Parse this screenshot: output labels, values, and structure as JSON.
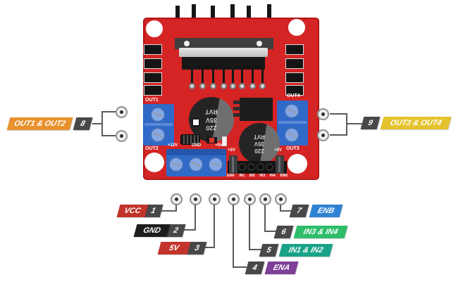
{
  "board": {
    "silkscreen": {
      "out1": "OUT1",
      "out2": "OUT2",
      "out3": "OUT3",
      "out4": "OUT4",
      "power": [
        "+12V",
        "GND",
        "+5V"
      ],
      "header": [
        "ENA",
        "IN1",
        "IN2",
        "IN3",
        "IN4",
        "ENB"
      ],
      "jumper_left": "+5V",
      "jumper_right": "+5V"
    },
    "capacitor": {
      "l1": "220",
      "l2": "35V",
      "l3": "RVT"
    },
    "pcb_color": "#d42424"
  },
  "callouts": {
    "left": {
      "label": "OUT1 & OUT2",
      "number": "8",
      "color": "#e8912d"
    },
    "right": {
      "label": "OUT3 & OUT4",
      "number": "9",
      "color": "#e5c32e"
    },
    "bottom": [
      {
        "number": "1",
        "label": "VCC",
        "color": "#c2342b"
      },
      {
        "number": "2",
        "label": "GND",
        "color": "#1d1d1f"
      },
      {
        "number": "3",
        "label": "5V",
        "color": "#c2342b"
      },
      {
        "number": "4",
        "label": "ENA",
        "color": "#7d3f98"
      },
      {
        "number": "5",
        "label": "IN1 & IN2",
        "color": "#18a287"
      },
      {
        "number": "6",
        "label": "IN3 & IN4",
        "color": "#2ebd6b"
      },
      {
        "number": "7",
        "label": "ENB",
        "color": "#2e82d3"
      }
    ]
  }
}
